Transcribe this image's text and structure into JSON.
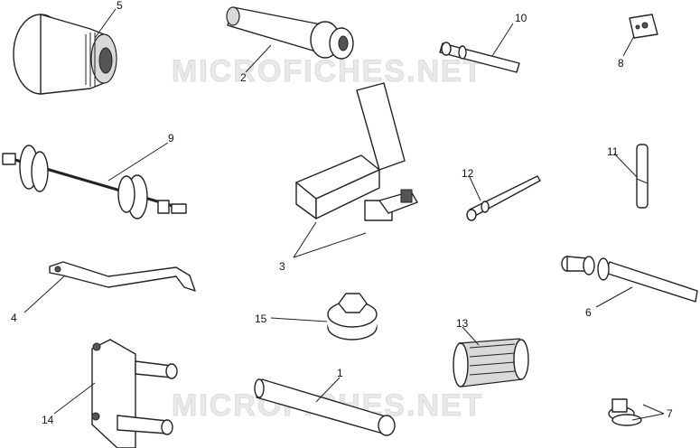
{
  "watermark": "MICROFICHES.NET",
  "callouts": {
    "c1": "1",
    "c2": "2",
    "c3": "3",
    "c4": "4",
    "c5": "5",
    "c6": "6",
    "c7": "7",
    "c8": "8",
    "c9": "9",
    "c10": "10",
    "c11": "11",
    "c12": "12",
    "c13": "13",
    "c14": "14",
    "c15": "15"
  }
}
